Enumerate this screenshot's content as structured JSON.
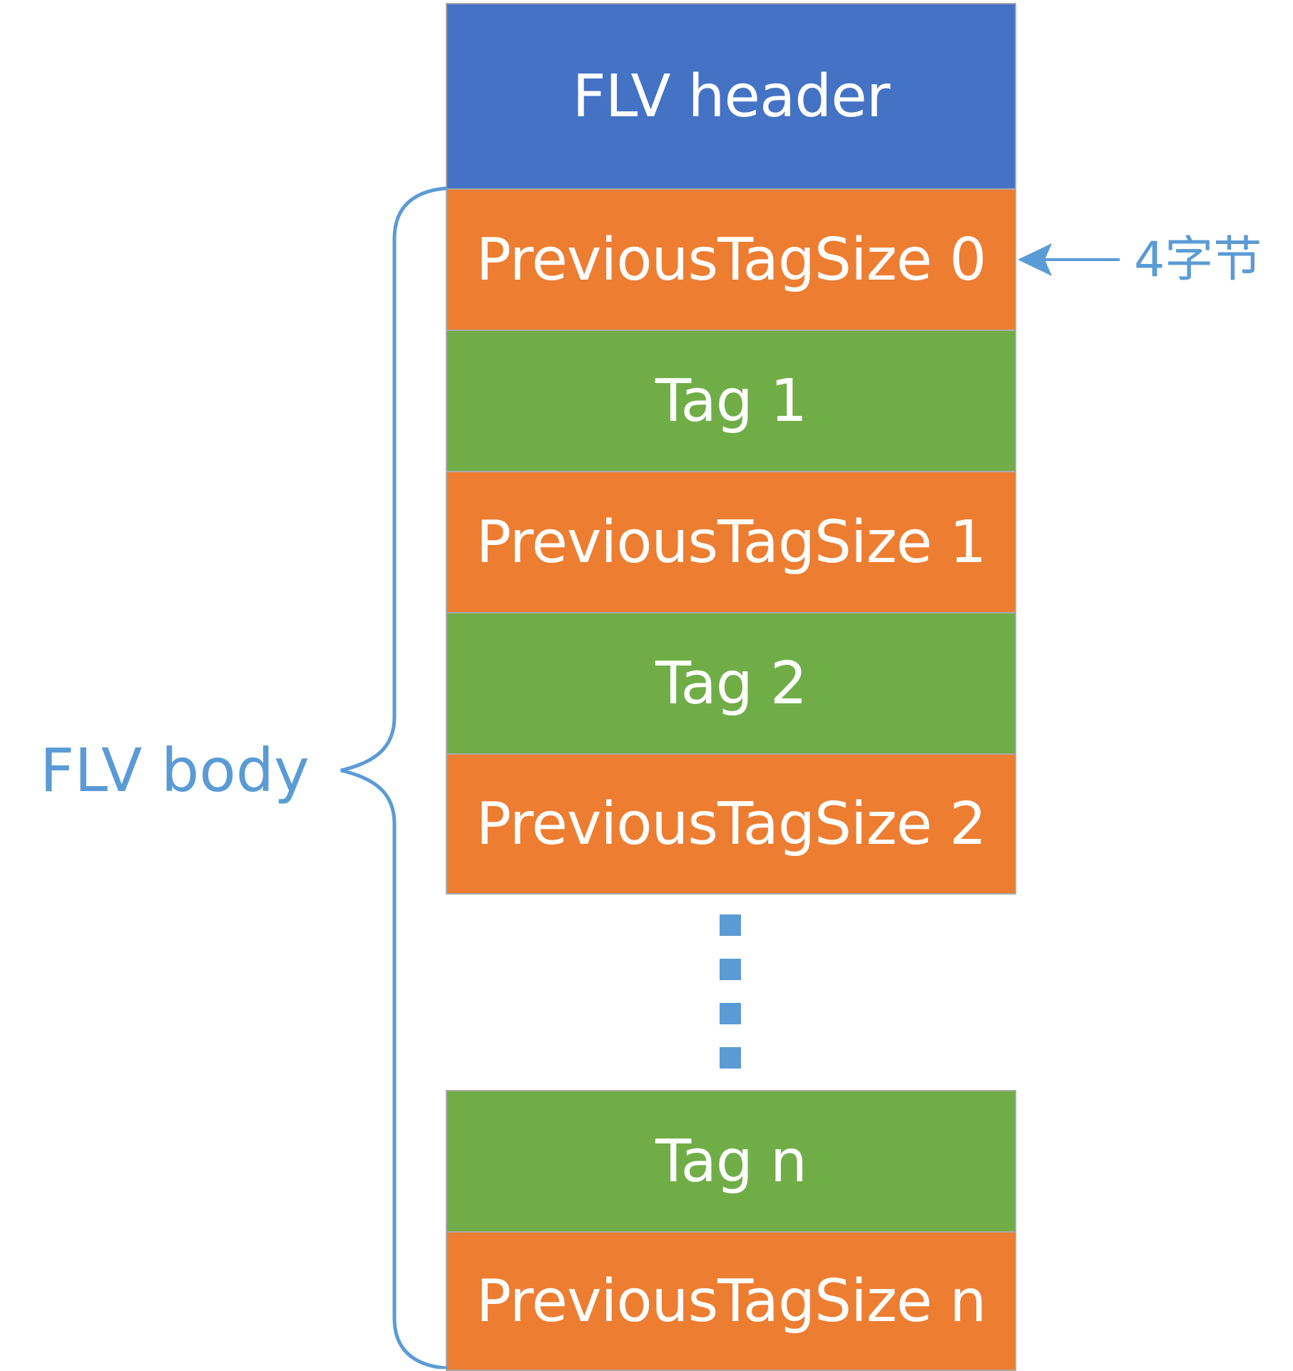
{
  "colors": {
    "header_fill": "#4472C4",
    "previous_tag_size_fill": "#ED7D31",
    "tag_fill": "#70AD47",
    "block_text": "#FFFFFF",
    "block_border": "#A9A9A9",
    "annotation": "#5B9BD5"
  },
  "blocks": [
    {
      "label": "FLV header",
      "kind": "header"
    },
    {
      "label": "PreviousTagSize 0",
      "kind": "previous_tag_size"
    },
    {
      "label": "Tag 1",
      "kind": "tag"
    },
    {
      "label": "PreviousTagSize 1",
      "kind": "previous_tag_size"
    },
    {
      "label": "Tag 2",
      "kind": "tag"
    },
    {
      "label": "PreviousTagSize 2",
      "kind": "previous_tag_size"
    },
    {
      "label": "Tag n",
      "kind": "tag"
    },
    {
      "label": "PreviousTagSize n",
      "kind": "previous_tag_size"
    }
  ],
  "annotations": {
    "size_label": "4字节",
    "body_label": "FLV body"
  },
  "icons": {
    "ellipsis": "vertical-dotted-ellipsis",
    "arrow": "left-arrow",
    "brace": "left-curly-brace"
  }
}
